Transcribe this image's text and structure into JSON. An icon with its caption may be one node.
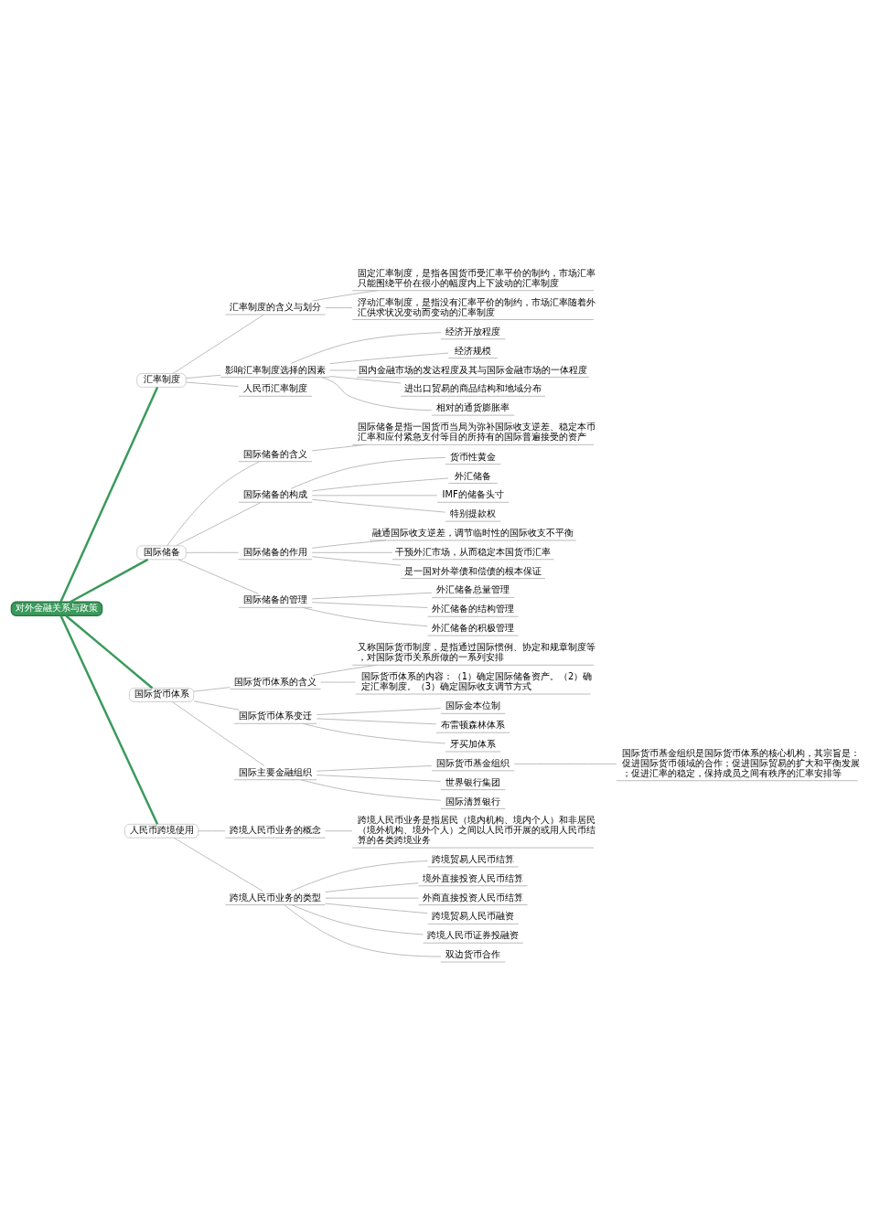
{
  "diagram": {
    "nodes": [
      {
        "text": [
          "对外金融关系与政策"
        ]
      },
      {
        "text": [
          "汇率制度"
        ]
      },
      {
        "text": [
          "汇率制度的含义与划分"
        ]
      },
      {
        "text": [
          "固定汇率制度，是指各国货币受汇率平价的制约，市场汇率只能围绕平价在很小的幅度内上下波动的汇率制度"
        ]
      },
      {
        "text": [
          "浮动汇率制度，是指没有汇率平价的制约，市场汇率随着外汇供求状况变动而变动的汇率制度"
        ]
      },
      {
        "text": [
          "影响汇率制度选择的因素"
        ]
      },
      {
        "text": [
          "经济开放程度"
        ]
      },
      {
        "text": [
          "经济规模"
        ]
      },
      {
        "text": [
          "国内金融市场的发达程度及其与国际金融市场的一体程度"
        ]
      },
      {
        "text": [
          "进出口贸易的商品结构和地域分布"
        ]
      },
      {
        "text": [
          "相对的通货膨胀率"
        ]
      },
      {
        "text": [
          "人民币汇率制度"
        ]
      },
      {
        "text": [
          "国际储备"
        ]
      },
      {
        "text": [
          "国际储备的含义"
        ]
      },
      {
        "text": [
          "国际储备是指一国货币当局为弥补国际收支逆差、稳定本币汇率和应付紧急支付等目的所持有的国际普遍接受的资产"
        ]
      },
      {
        "text": [
          "国际储备的构成"
        ]
      },
      {
        "text": [
          "货币性黄金"
        ]
      },
      {
        "text": [
          "外汇储备"
        ]
      },
      {
        "text": [
          "IMF的储备头寸"
        ]
      },
      {
        "text": [
          "特别提款权"
        ]
      },
      {
        "text": [
          "国际储备的作用"
        ]
      },
      {
        "text": [
          "融通国际收支逆差，调节临时性的国际收支不平衡"
        ]
      },
      {
        "text": [
          "干预外汇市场，从而稳定本国货币汇率"
        ]
      },
      {
        "text": [
          "是一国对外举债和偿债的根本保证"
        ]
      },
      {
        "text": [
          "国际储备的管理"
        ]
      },
      {
        "text": [
          "外汇储备总量管理"
        ]
      },
      {
        "text": [
          "外汇储备的结构管理"
        ]
      },
      {
        "text": [
          "外汇储备的积极管理"
        ]
      },
      {
        "text": [
          "国际货币体系"
        ]
      },
      {
        "text": [
          "国际货币体系的含义"
        ]
      },
      {
        "text": [
          "又称国际货币制度，是指通过国际惯例、协定和规章制度等，对国际货币关系所做的一系列安排"
        ]
      },
      {
        "text": [
          "国际货币体系的内容：（1）确定国际储备资产。（2）确定汇率制度。（3）确定国际收支调节方式"
        ]
      },
      {
        "text": [
          "国际货币体系变迁"
        ]
      },
      {
        "text": [
          "国际金本位制"
        ]
      },
      {
        "text": [
          "布雷顿森林体系"
        ]
      },
      {
        "text": [
          "牙买加体系"
        ]
      },
      {
        "text": [
          "国际主要金融组织"
        ]
      },
      {
        "text": [
          "国际货币基金组织"
        ]
      },
      {
        "text": [
          "国际货币基金组织是国际货币体系的核心机构，其宗旨是：促进国际货币领域的合作；促进国际贸易的扩大和平衡发展；促进汇率的稳定，保持成员之间有秩序的汇率安排等"
        ]
      },
      {
        "text": [
          "世界银行集团"
        ]
      },
      {
        "text": [
          "国际清算银行"
        ]
      },
      {
        "text": [
          "人民币跨境使用"
        ]
      },
      {
        "text": [
          "跨境人民币业务的概念"
        ]
      },
      {
        "text": [
          "跨境人民币业务是指居民（境内机构、境内个人）和非居民（境外机构、境外个人）之间以人民币开展的或用人民币结算的各类跨境业务"
        ]
      },
      {
        "text": [
          "跨境人民币业务的类型"
        ]
      },
      {
        "text": [
          "跨境贸易人民币结算"
        ]
      },
      {
        "text": [
          "境外直接投资人民币结算"
        ]
      },
      {
        "text": [
          "外商直接投资人民币结算"
        ]
      },
      {
        "text": [
          "跨境贸易人民币融资"
        ]
      },
      {
        "text": [
          "跨境人民币证券投融资"
        ]
      },
      {
        "text": [
          "双边货币合作"
        ]
      }
    ],
    "edges": [
      {
        "from": 0,
        "to": 1,
        "arrow": "none",
        "color": "#3a9a5b"
      },
      {
        "from": 1,
        "to": 2,
        "arrow": "none"
      },
      {
        "from": 2,
        "to": 3,
        "arrow": "none"
      },
      {
        "from": 2,
        "to": 4,
        "arrow": "none"
      },
      {
        "from": 1,
        "to": 5,
        "arrow": "none"
      },
      {
        "from": 5,
        "to": 6,
        "arrow": "none"
      },
      {
        "from": 5,
        "to": 7,
        "arrow": "none"
      },
      {
        "from": 5,
        "to": 8,
        "arrow": "none"
      },
      {
        "from": 5,
        "to": 9,
        "arrow": "none"
      },
      {
        "from": 5,
        "to": 10,
        "arrow": "none"
      },
      {
        "from": 1,
        "to": 11,
        "arrow": "none"
      },
      {
        "from": 0,
        "to": 12,
        "arrow": "none",
        "color": "#3a9a5b"
      },
      {
        "from": 12,
        "to": 13,
        "arrow": "none"
      },
      {
        "from": 13,
        "to": 14,
        "arrow": "none"
      },
      {
        "from": 12,
        "to": 15,
        "arrow": "none"
      },
      {
        "from": 15,
        "to": 16,
        "arrow": "none"
      },
      {
        "from": 15,
        "to": 17,
        "arrow": "none"
      },
      {
        "from": 15,
        "to": 18,
        "arrow": "none"
      },
      {
        "from": 15,
        "to": 19,
        "arrow": "none"
      },
      {
        "from": 12,
        "to": 20,
        "arrow": "none"
      },
      {
        "from": 20,
        "to": 21,
        "arrow": "none"
      },
      {
        "from": 20,
        "to": 22,
        "arrow": "none"
      },
      {
        "from": 20,
        "to": 23,
        "arrow": "none"
      },
      {
        "from": 12,
        "to": 24,
        "arrow": "none"
      },
      {
        "from": 24,
        "to": 25,
        "arrow": "none"
      },
      {
        "from": 24,
        "to": 26,
        "arrow": "none"
      },
      {
        "from": 24,
        "to": 27,
        "arrow": "none"
      },
      {
        "from": 0,
        "to": 28,
        "arrow": "none",
        "color": "#3a9a5b"
      },
      {
        "from": 28,
        "to": 29,
        "arrow": "none"
      },
      {
        "from": 29,
        "to": 30,
        "arrow": "none"
      },
      {
        "from": 29,
        "to": 31,
        "arrow": "none"
      },
      {
        "from": 28,
        "to": 32,
        "arrow": "none"
      },
      {
        "from": 32,
        "to": 33,
        "arrow": "none"
      },
      {
        "from": 32,
        "to": 34,
        "arrow": "none"
      },
      {
        "from": 32,
        "to": 35,
        "arrow": "none"
      },
      {
        "from": 28,
        "to": 36,
        "arrow": "none"
      },
      {
        "from": 36,
        "to": 37,
        "arrow": "none"
      },
      {
        "from": 37,
        "to": 38,
        "arrow": "none"
      },
      {
        "from": 36,
        "to": 39,
        "arrow": "none"
      },
      {
        "from": 36,
        "to": 40,
        "arrow": "none"
      },
      {
        "from": 0,
        "to": 41,
        "arrow": "none",
        "color": "#3a9a5b"
      },
      {
        "from": 41,
        "to": 42,
        "arrow": "none"
      },
      {
        "from": 42,
        "to": 43,
        "arrow": "none"
      },
      {
        "from": 41,
        "to": 44,
        "arrow": "none"
      },
      {
        "from": 44,
        "to": 45,
        "arrow": "none"
      },
      {
        "from": 44,
        "to": 46,
        "arrow": "none"
      },
      {
        "from": 44,
        "to": 47,
        "arrow": "none"
      },
      {
        "from": 44,
        "to": 48,
        "arrow": "none"
      },
      {
        "from": 44,
        "to": 49,
        "arrow": "none"
      },
      {
        "from": 44,
        "to": 50,
        "arrow": "none"
      }
    ]
  }
}
